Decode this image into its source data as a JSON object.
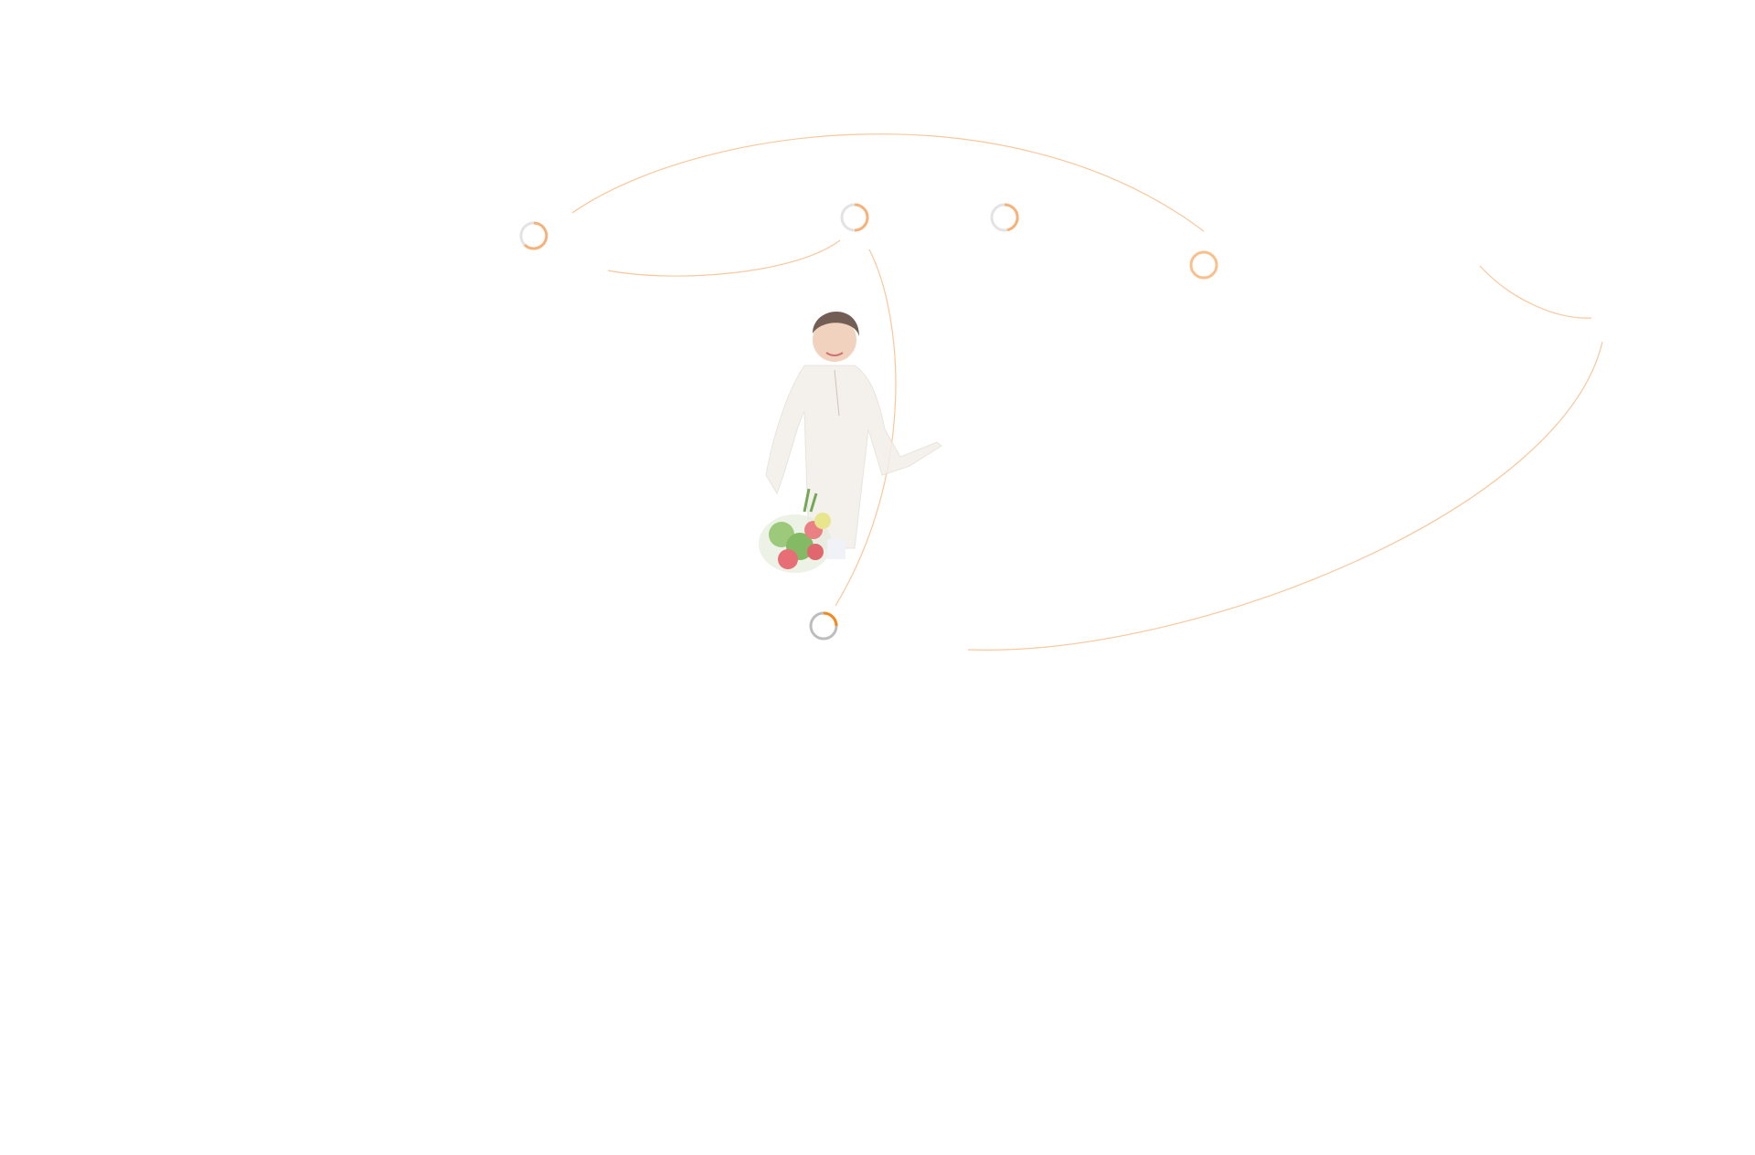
{
  "colors": {
    "accent": "#f7b27a",
    "accent_strong": "#f28a1e",
    "ring_gray": "#d9d9d9",
    "ring_dark_gray": "#bdbdbd"
  },
  "hotspots": [
    {
      "id": "hotspot-1",
      "progress": 0.6
    },
    {
      "id": "hotspot-2",
      "progress": 0.5
    },
    {
      "id": "hotspot-3",
      "progress": 0.45
    },
    {
      "id": "hotspot-4",
      "progress": 1.0
    },
    {
      "id": "hotspot-5",
      "progress": 0.25
    }
  ]
}
